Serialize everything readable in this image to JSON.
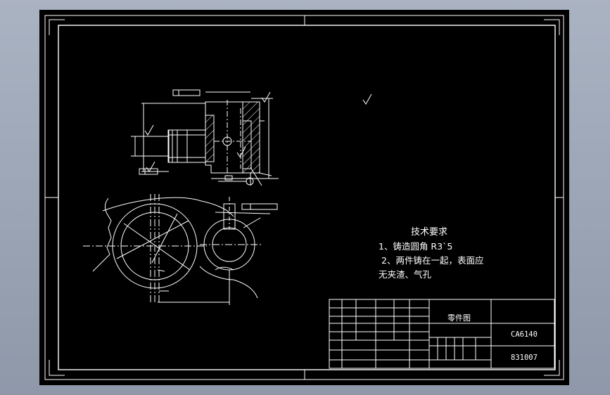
{
  "tech_requirements": {
    "heading": "技术要求",
    "line1": "1、铸造圆角 R3`5",
    "line2": "2、两件铸在一起，表面应",
    "line3": "无夹渣、气孔"
  },
  "title_block": {
    "part_title": "零件图",
    "material": "CA6140",
    "drawing_number": "831007"
  },
  "colors": {
    "background": "#000000",
    "line": "#ffffff",
    "chrome": "#9aa3b2"
  }
}
